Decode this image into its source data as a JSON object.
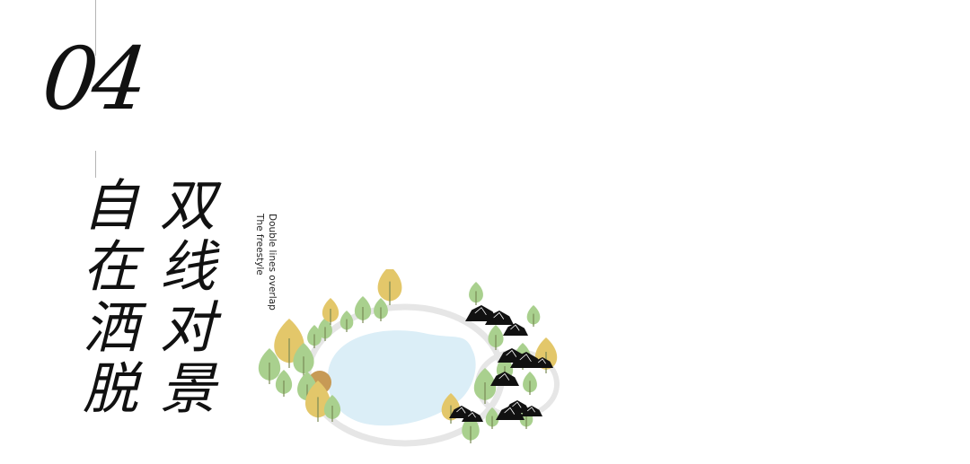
{
  "section_number": "04",
  "title": {
    "column_right": "双线对景",
    "column_left": "自在洒脱"
  },
  "subtitle": {
    "line1": "Double lines overlap",
    "line2": "The freestyle"
  },
  "illustration": {
    "water_color": "#dbeef7",
    "path_color": "#e6e6e6",
    "tree_green": "#a9d08e",
    "tree_yellow": "#e3c76a",
    "rock_color": "#111111"
  }
}
